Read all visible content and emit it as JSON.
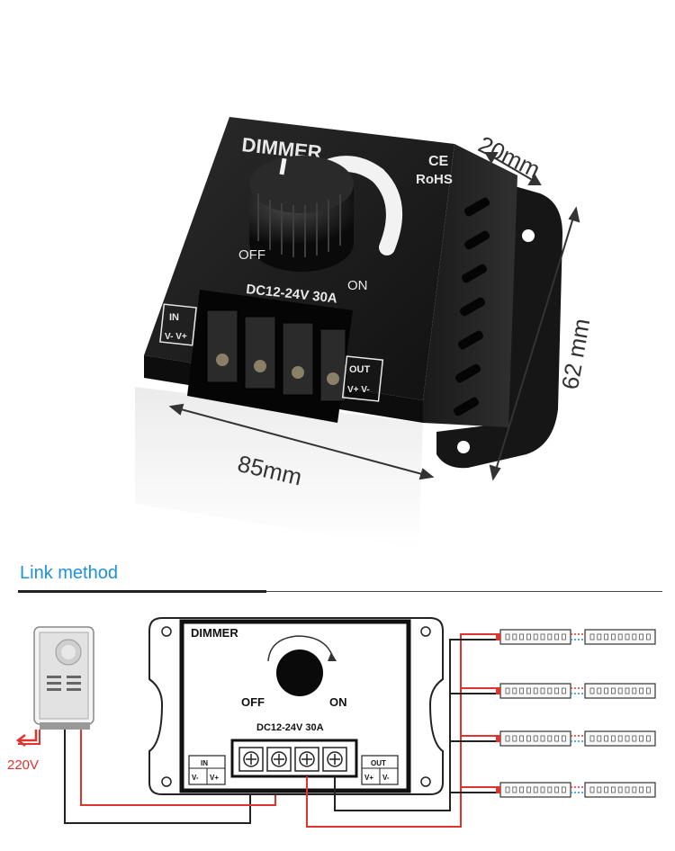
{
  "product": {
    "device_label": "DIMMER",
    "certifications": [
      "CE",
      "RoHS"
    ],
    "knob_off_label": "OFF",
    "knob_on_label": "ON",
    "rating_label": "DC12-24V 30A",
    "input_label": "IN",
    "input_terminals": "V- V+",
    "output_label": "OUT",
    "output_terminals": "V+ V-"
  },
  "dimensions": {
    "width": "20mm",
    "height": "62 mm",
    "length": "85mm"
  },
  "link_method": {
    "title": "Link method",
    "power_supply_voltage": "220V",
    "diagram": {
      "device_label": "DIMMER",
      "off_label": "OFF",
      "on_label": "ON",
      "rating_label": "DC12-24V 30A",
      "in_label": "IN",
      "in_terminals": [
        "V-",
        "V+"
      ],
      "out_label": "OUT",
      "out_terminals": [
        "V+",
        "V-"
      ],
      "led_strip_rows": 4
    }
  },
  "colors": {
    "accent_title": "#1e90d6",
    "wire_positive": "#e0332e",
    "wire_negative": "#222222",
    "device_body": "#1c1c1c"
  }
}
